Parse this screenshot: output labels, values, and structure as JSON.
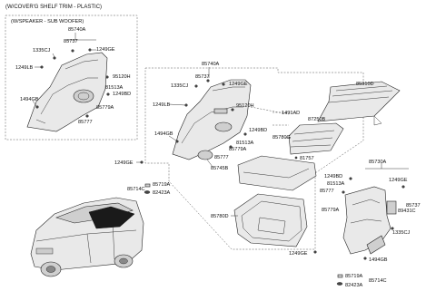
{
  "header": {
    "title": "(W/COVER'G SHELF TRIM - PLASTIC)",
    "subtitle": "(W/SPEAKER - SUB WOOFER)"
  },
  "inset_labels": {
    "assy": "85740A",
    "l85737": "85737",
    "l1335cj": "1335CJ",
    "l1249ge": "1249GE",
    "l1249lb": "1249LB",
    "l95120h": "95120H",
    "l81513a": "81513A",
    "l1494gb": "1494GB",
    "l1249bd": "1249BD",
    "l85779a": "85779A",
    "l85777": "85777"
  },
  "main_labels": {
    "assy": "85740A",
    "l85737": "85737",
    "l1335cj": "1335CJ",
    "l1249ge": "1249GE",
    "l1249lb": "1249LB",
    "l95120h": "95120H",
    "l1491ad": "1491AD",
    "l1494gb": "1494GB",
    "l1249bd": "1249BD",
    "l81513a": "81513A",
    "l85779a": "85779A",
    "l85777": "85777",
    "l85745b": "85745B",
    "l85910d": "85910D",
    "l87250b": "87250B",
    "l85780g": "85780G",
    "l81757": "81757",
    "l1249ge_left": "1249GE",
    "l85719a": "85719A",
    "l85714c": "85714C",
    "l82423a": "82423A",
    "l85780d": "85780D",
    "l1249ge_bottom": "1249GE"
  },
  "right_labels": {
    "assy": "85730A",
    "l1249bd": "1249BD",
    "l81513a": "81513A",
    "l1249ge": "1249GE",
    "l85777": "85777",
    "l85737": "85737",
    "l89431c": "89431C",
    "l85779a": "85779A",
    "l1335cj": "1335CJ",
    "l1494gb": "1494GB",
    "l85719a": "85719A",
    "l85714c": "85714C",
    "l82423a": "82423A"
  }
}
